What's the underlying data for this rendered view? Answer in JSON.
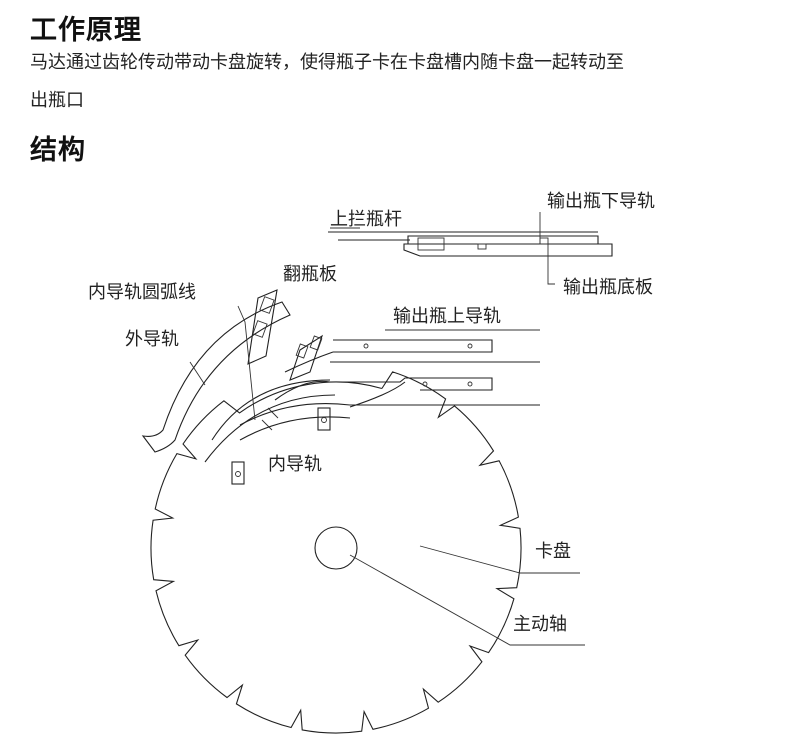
{
  "section_principle": {
    "title": "工作原理",
    "line1": "马达通过齿轮传动带动卡盘旋转，使得瓶子卡在卡盘槽内随卡盘一起转动至",
    "line2": "出瓶口"
  },
  "section_structure": {
    "title": "结构"
  },
  "diagram_labels": {
    "upper_stop_rod": "上拦瓶杆",
    "output_lower_guide": "输出瓶下导轨",
    "output_bottom_plate": "输出瓶底板",
    "flip_plate": "翻瓶板",
    "inner_guide_arc": "内导轨圆弧线",
    "output_upper_guide": "输出瓶上导轨",
    "outer_guide": "外导轨",
    "inner_guide": "内导轨",
    "dial_plate": "卡盘",
    "main_shaft": "主动轴"
  }
}
